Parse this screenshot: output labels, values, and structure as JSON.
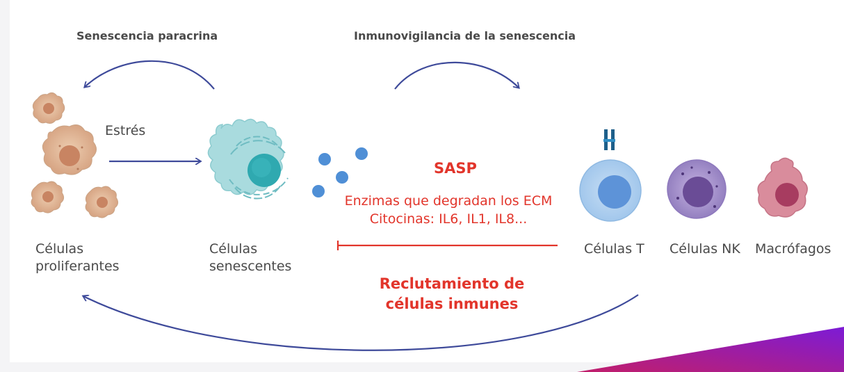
{
  "headings": {
    "paracrine": "Senescencia paracrina",
    "immunosurveillance": "Inmunovigilancia de la senescencia"
  },
  "stress_label": "Estrés",
  "sasp": {
    "title": "SASP",
    "line1": "Enzimas que degradan los ECM",
    "line2": "Citocinas: IL6, IL1, IL8..."
  },
  "cells": {
    "proliferating_line1": "Células",
    "proliferating_line2": "proliferantes",
    "senescent_line1": "Células",
    "senescent_line2": "senescentes",
    "t_cells": "Células T",
    "nk_cells": "Células NK",
    "macrophages": "Macrófagos"
  },
  "recruitment": {
    "line1": "Reclutamiento de",
    "line2": "células inmunes"
  },
  "colors": {
    "arrow": "#3e4a9a",
    "accent_red": "#e2352b",
    "senescent_cell": "#a6d8dc",
    "senescent_nucleus": "#2ea8ae",
    "sasp_dots": "#4f8fd6",
    "t_cell": "#a9cdf0",
    "nk_cell": "#a08ac8",
    "macrophage": "#d98c9c",
    "proliferating_cell": "#dcae8a",
    "corner_gradient_start": "#c21f6a",
    "corner_gradient_end": "#7c1bd6"
  }
}
